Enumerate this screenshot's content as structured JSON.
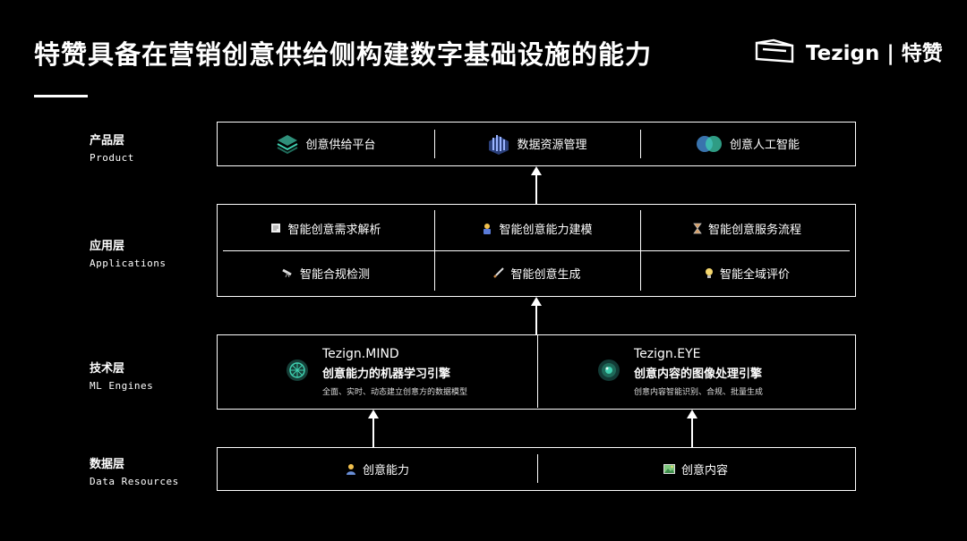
{
  "title": "特赞具备在营销创意供给侧构建数字基础设施的能力",
  "logo": {
    "text": "Tezign | 特赞"
  },
  "layers": {
    "product": {
      "label_cn": "产品层",
      "label_en": "Product",
      "items": [
        "创意供给平台",
        "数据资源管理",
        "创意人工智能"
      ]
    },
    "applications": {
      "label_cn": "应用层",
      "label_en": "Applications",
      "row1": [
        "智能创意需求解析",
        "智能创意能力建模",
        "智能创意服务流程"
      ],
      "row2": [
        "智能合规检测",
        "智能创意生成",
        "智能全域评价"
      ]
    },
    "ml_engines": {
      "label_cn": "技术层",
      "label_en": "ML Engines",
      "mind": {
        "name": "Tezign.MIND",
        "subtitle": "创意能力的机器学习引擎",
        "desc": "全面、实时、动态建立创意方的数据模型"
      },
      "eye": {
        "name": "Tezign.EYE",
        "subtitle": "创意内容的图像处理引擎",
        "desc": "创意内容智能识别、合规、批量生成"
      }
    },
    "data_resources": {
      "label_cn": "数据层",
      "label_en": "Data Resources",
      "items": [
        "创意能力",
        "创意内容"
      ]
    }
  },
  "icons": {
    "product": [
      "layers-icon",
      "data-bars-icon",
      "overlap-circles-icon"
    ],
    "applications": [
      "document-icon",
      "worker-icon",
      "hourglass-icon",
      "telescope-icon",
      "brush-icon",
      "lightbulb-icon"
    ],
    "engines": [
      "brain-icon",
      "eye-lens-icon"
    ],
    "data": [
      "person-icon",
      "picture-icon"
    ]
  },
  "colors": {
    "background": "#000000",
    "foreground": "#ffffff",
    "accent": "#3fd0b0"
  }
}
